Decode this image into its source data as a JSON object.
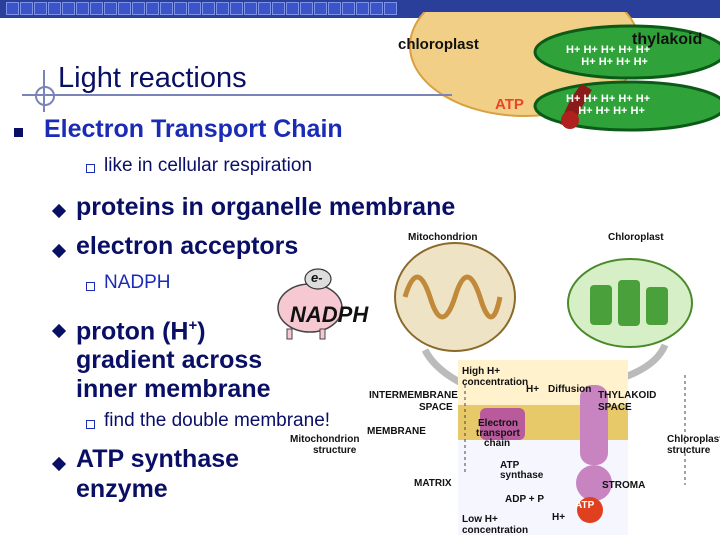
{
  "slide": {
    "title": "Light reactions",
    "heading": "Electron Transport Chain",
    "sub1": "like in cellular respiration",
    "bullet1": "proteins in organelle membrane",
    "bullet2": "electron acceptors",
    "sub2": "NADPH",
    "bullet3_line1": "proton (H",
    "bullet3_sup": "+",
    "bullet3_line1_end": ")",
    "bullet3_line2": "gradient across",
    "bullet3_line3": "inner membrane",
    "sub3": "find the double membrane!",
    "bullet4_line1": "ATP synthase",
    "bullet4_line2": "enzyme"
  },
  "chloroplast_graphic": {
    "label": "chloroplast",
    "thylakoid_label": "thylakoid",
    "atp_label": "ATP",
    "h_ion": "H+"
  },
  "cartoon": {
    "electron": "e-",
    "nadph": "NADPH"
  },
  "diagram": {
    "mitochondrion": "Mitochondrion",
    "chloroplast": "Chloroplast",
    "high_h": "High H+",
    "high_h2": "concentration",
    "h_plus": "H+",
    "diffusion": "Diffusion",
    "intermembrane": "INTERMEMBRANE",
    "space": "SPACE",
    "thylakoid_space1": "THYLAKOID",
    "thylakoid_space2": "SPACE",
    "membrane": "MEMBRANE",
    "etc1": "Electron",
    "etc2": "transport",
    "etc3": "chain",
    "mito_structure1": "Mitochondrion",
    "mito_structure2": "structure",
    "chloro_structure1": "Chloroplast",
    "chloro_structure2": "structure",
    "matrix": "MATRIX",
    "atp_synthase1": "ATP",
    "atp_synthase2": "synthase",
    "stroma": "STROMA",
    "adp": "ADP + P",
    "atp": "ATP",
    "low_h": "Low H+",
    "low_h2": "concentration",
    "h_bottom": "H+"
  }
}
